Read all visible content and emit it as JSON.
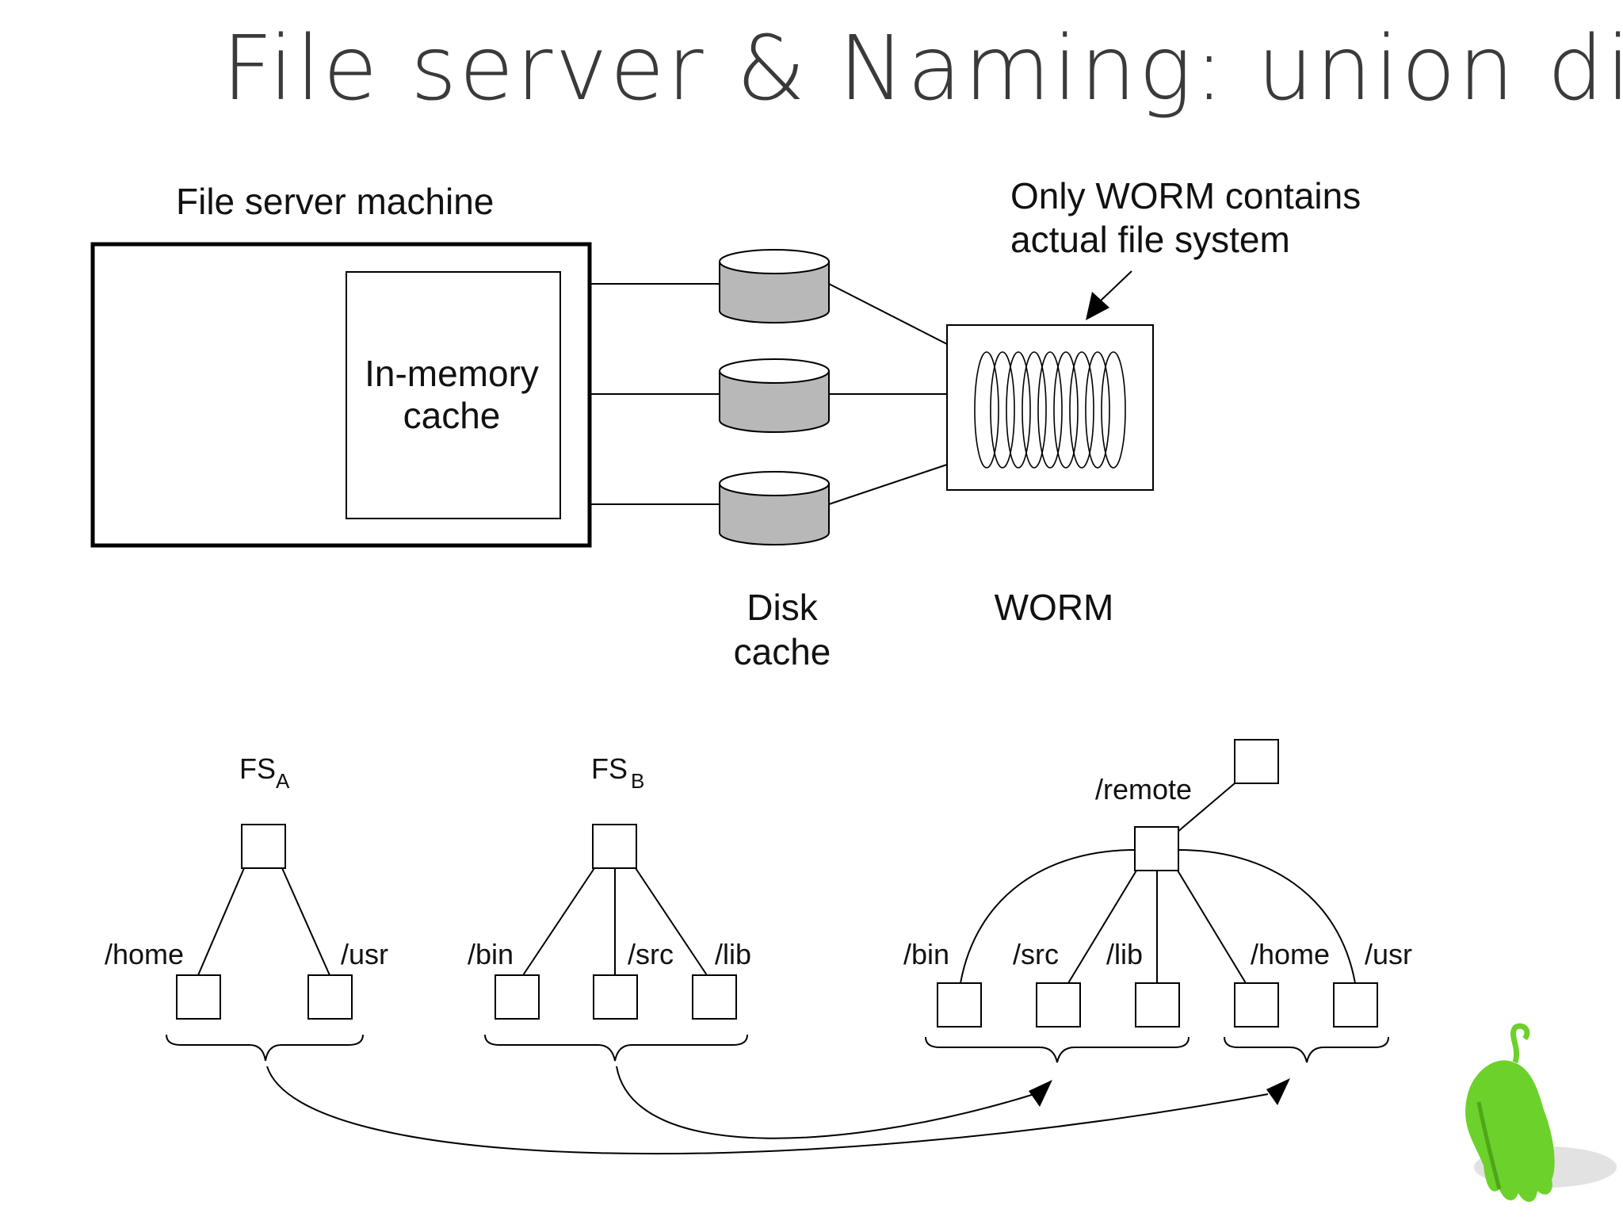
{
  "title": "File server & Naming: union directory",
  "top_diagram": {
    "machine_label": "File server machine",
    "cache_label_line1": "In-memory",
    "cache_label_line2": "cache",
    "disk_label_line1": "Disk",
    "disk_label_line2": "cache",
    "worm_label": "WORM",
    "worm_note_line1": "Only WORM contains",
    "worm_note_line2": "actual file system"
  },
  "bottom_diagram": {
    "fs_a": {
      "name": "FS",
      "subscript": "A",
      "children": [
        "/home",
        "/usr"
      ]
    },
    "fs_b": {
      "name": "FS",
      "subscript": "B",
      "children": [
        "/bin",
        "/src",
        "/lib"
      ]
    },
    "union": {
      "mount_label": "/remote",
      "children": [
        "/bin",
        "/src",
        "/lib",
        "/home",
        "/usr"
      ]
    }
  },
  "colors": {
    "disk_fill": "#b8b8b8",
    "mascot_green": "#6cd12a",
    "title_gray": "#3a3a3a"
  }
}
